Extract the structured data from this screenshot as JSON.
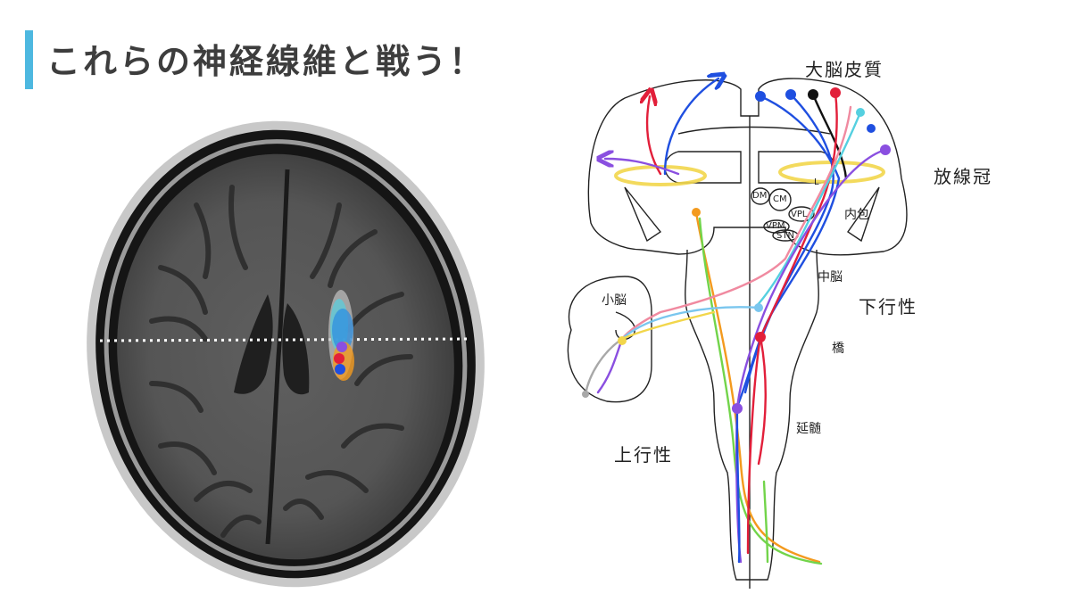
{
  "page": {
    "title": "これらの神経線維と戦う！"
  },
  "diagram": {
    "labels": {
      "cortex": "大脳皮質",
      "corona_radiata": "放線冠",
      "internal_capsule": "内包",
      "midbrain": "中脳",
      "descending": "下行性",
      "pons": "橋",
      "medulla": "延髄",
      "cerebellum": "小脳",
      "ascending": "上行性",
      "thalamus_dm": "DM",
      "thalamus_cm": "CM",
      "thalamus_vpl": "VPL",
      "thalamus_vpm": "VPM",
      "stn": "STN",
      "thalamus_l": "L"
    }
  },
  "colors": {
    "accent_bar": "#4db8e0",
    "ring": "#f2d64b",
    "blue": "#1f4fe0",
    "red": "#e21f3a",
    "black": "#111111",
    "purple": "#8a4fe0",
    "cyan": "#55d0e0",
    "orange": "#f39a1e",
    "green": "#72d44a",
    "pink": "#f08aa0",
    "yellow": "#f2d64b",
    "gray": "#a8a8a8",
    "light_blue": "#7ac6ee"
  }
}
